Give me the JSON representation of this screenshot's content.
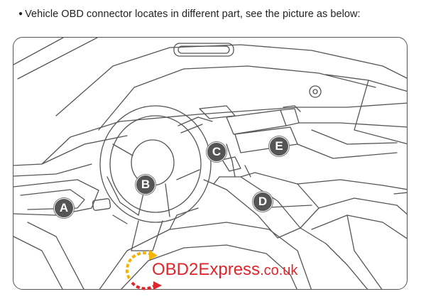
{
  "caption": {
    "bullet": "●",
    "text": "Vehicle OBD connector locates in different part, see the picture as below:"
  },
  "markers": {
    "a": "A",
    "b": "B",
    "c": "C",
    "d": "D",
    "e": "E"
  },
  "watermark": {
    "brand": "OBD2Express",
    "domain": ".co.uk"
  },
  "colors": {
    "marker_fill": "#555555",
    "line_art": "#555555",
    "watermark_red": "#e0262a",
    "watermark_yellow": "#f5b400"
  }
}
